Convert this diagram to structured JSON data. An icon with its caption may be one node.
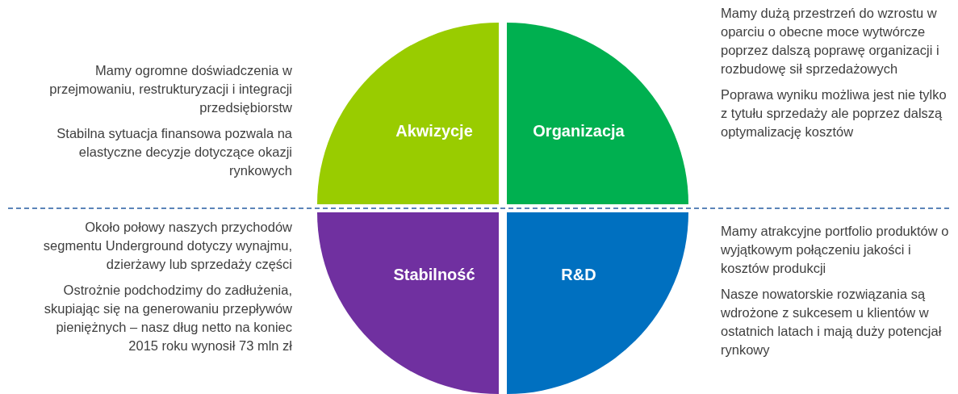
{
  "diagram": {
    "nodes": [
      {
        "text": [
          "Akwizycje"
        ],
        "beside": [
          "Mamy ogromne doświadczenia w przejmowaniu, restrukturyzacji i integracji przedsiębiorstw",
          "Stabilna sytuacja finansowa pozwala na elastyczne decyzje dotyczące okazji rynkowych"
        ]
      },
      {
        "text": [
          "Organizacja"
        ],
        "beside": [
          "Mamy dużą przestrzeń do wzrostu w oparciu o obecne moce wytwórcze poprzez dalszą poprawę organizacji i rozbudowę sił sprzedażowych",
          "Poprawa wyniku możliwa jest nie tylko z tytułu sprzedaży ale poprzez dalszą optymalizację kosztów"
        ]
      },
      {
        "text": [
          "Stabilność"
        ],
        "beside": [
          "Około połowy naszych przychodów segmentu Underground dotyczy wynajmu, dzierżawy lub sprzedaży części",
          "Ostrożnie podchodzimy do zadłużenia, skupiając się na generowaniu przepływów pieniężnych – nasz dług netto na koniec 2015 roku wynosił 73 mln zł"
        ]
      },
      {
        "text": [
          "R&D"
        ],
        "beside": [
          "Mamy atrakcyjne portfolio produktów o wyjątkowym połączeniu jakości i kosztów produkcji",
          "Nasze nowatorskie rozwiązania są wdrożone z sukcesem u klientów w ostatnich latach i mają duży potencjał rynkowy"
        ]
      }
    ]
  }
}
